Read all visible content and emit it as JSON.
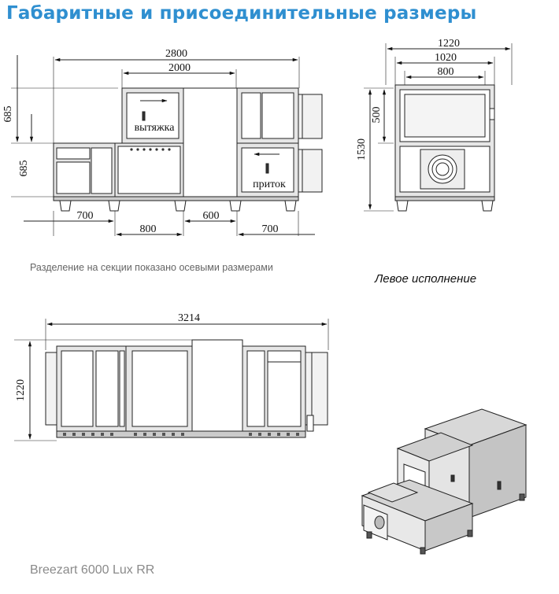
{
  "header": {
    "title": "Габаритные и присоединительные размеры"
  },
  "front_view": {
    "dims": {
      "total": "2800",
      "middle": "2000",
      "left_height": "685",
      "lower_height": "685",
      "seg_a": "700",
      "seg_b": "800",
      "seg_c": "600",
      "seg_d": "700"
    },
    "labels": {
      "exhaust": "вытяжка",
      "supply": "приток"
    }
  },
  "side_view": {
    "dims": {
      "w1": "1220",
      "w2": "1020",
      "w3": "800",
      "h_inner": "500",
      "h_total": "1530"
    }
  },
  "top_view": {
    "dims": {
      "length": "3214",
      "width": "1220"
    }
  },
  "note": "Разделение на секции показано осевыми размерами",
  "variant": "Левое исполнение",
  "model": "Breezart 6000 Lux RR",
  "colors": {
    "title": "#2f8fd0",
    "line": "#222222",
    "panel": "#dcdcdc"
  }
}
